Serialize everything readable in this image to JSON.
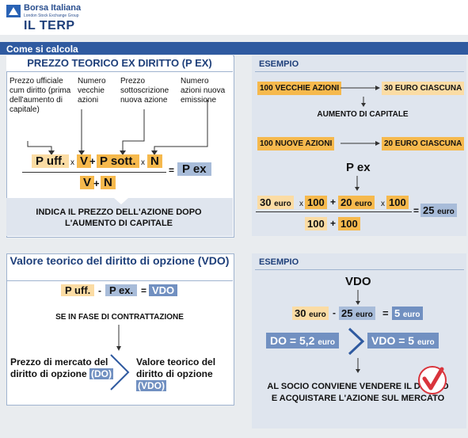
{
  "header": {
    "brand": "Borsa Italiana",
    "brand_sub": "London Stock Exchange Group",
    "title": "IL TERP"
  },
  "section": {
    "label": "Come si calcola"
  },
  "formula1": {
    "title": "PREZZO TEORICO EX DIRITTO (P EX)",
    "labels": {
      "puff": "Prezzo ufficiale cum diritto (prima dell'aumento di capitale)",
      "vecchie": "Numero vecchie azioni",
      "sottos": "Prezzo sottoscrizione nuova azione",
      "nuove": "Numero azioni nuova emissione"
    },
    "num": {
      "puff": "P uff.",
      "x1": "x",
      "v": "V",
      "plus": "+",
      "psott": "P sott.",
      "x2": "x",
      "n": "N"
    },
    "den": {
      "v": "V",
      "plus": "+",
      "n": "N"
    },
    "eq": "=",
    "result": "P ex",
    "note": "INDICA IL PREZZO DELL'AZIONE DOPO L'AUMENTO DI CAPITALE"
  },
  "example1": {
    "title": "ESEMPIO",
    "row1_left": "100 VECCHIE AZIONI",
    "row1_right": "30 EURO CIASCUNA",
    "aumento": "AUMENTO DI CAPITALE",
    "row2_left": "100 NUOVE AZIONI",
    "row2_right": "20 EURO CIASCUNA",
    "pex": "P ex",
    "calc": {
      "a": "30",
      "a_unit": "euro",
      "x1": "x",
      "b": "100",
      "plus": "+",
      "c": "20",
      "c_unit": "euro",
      "x2": "x",
      "d": "100",
      "eq": "=",
      "res": "25",
      "res_unit": "euro",
      "den_a": "100",
      "den_plus": "+",
      "den_b": "100"
    }
  },
  "formula2": {
    "title": "Valore teorico del diritto di opzione (VDO)",
    "puff": "P uff.",
    "minus": "-",
    "pex": "P ex.",
    "eq": "=",
    "vdo": "VDO",
    "trade_note": "SE IN FASE DI CONTRATTAZIONE",
    "left_text": "Prezzo di mercato del diritto di opzione",
    "left_badge": "(DO)",
    "right_text": "Valore teorico del diritto di opzione",
    "right_badge": "(VDO)"
  },
  "example2": {
    "title": "ESEMPIO",
    "vdo": "VDO",
    "calc": {
      "a": "30",
      "a_unit": "euro",
      "minus": "-",
      "b": "25",
      "b_unit": "euro",
      "eq": "=",
      "c": "5",
      "c_unit": "euro"
    },
    "do_label": "DO = 5,2",
    "do_unit": "euro",
    "gt": ">",
    "vdo_label": "VDO = 5",
    "vdo_unit": "euro",
    "conclusion": "AL SOCIO CONVIENE VENDERE IL DIRITTO E ACQUISTARE L'AZIONE SUL MERCATO"
  },
  "colors": {
    "blue": "#2f5aa0",
    "orange": "#f6b94d",
    "light_orange": "#fbdca4",
    "check_red": "#d9343c"
  }
}
